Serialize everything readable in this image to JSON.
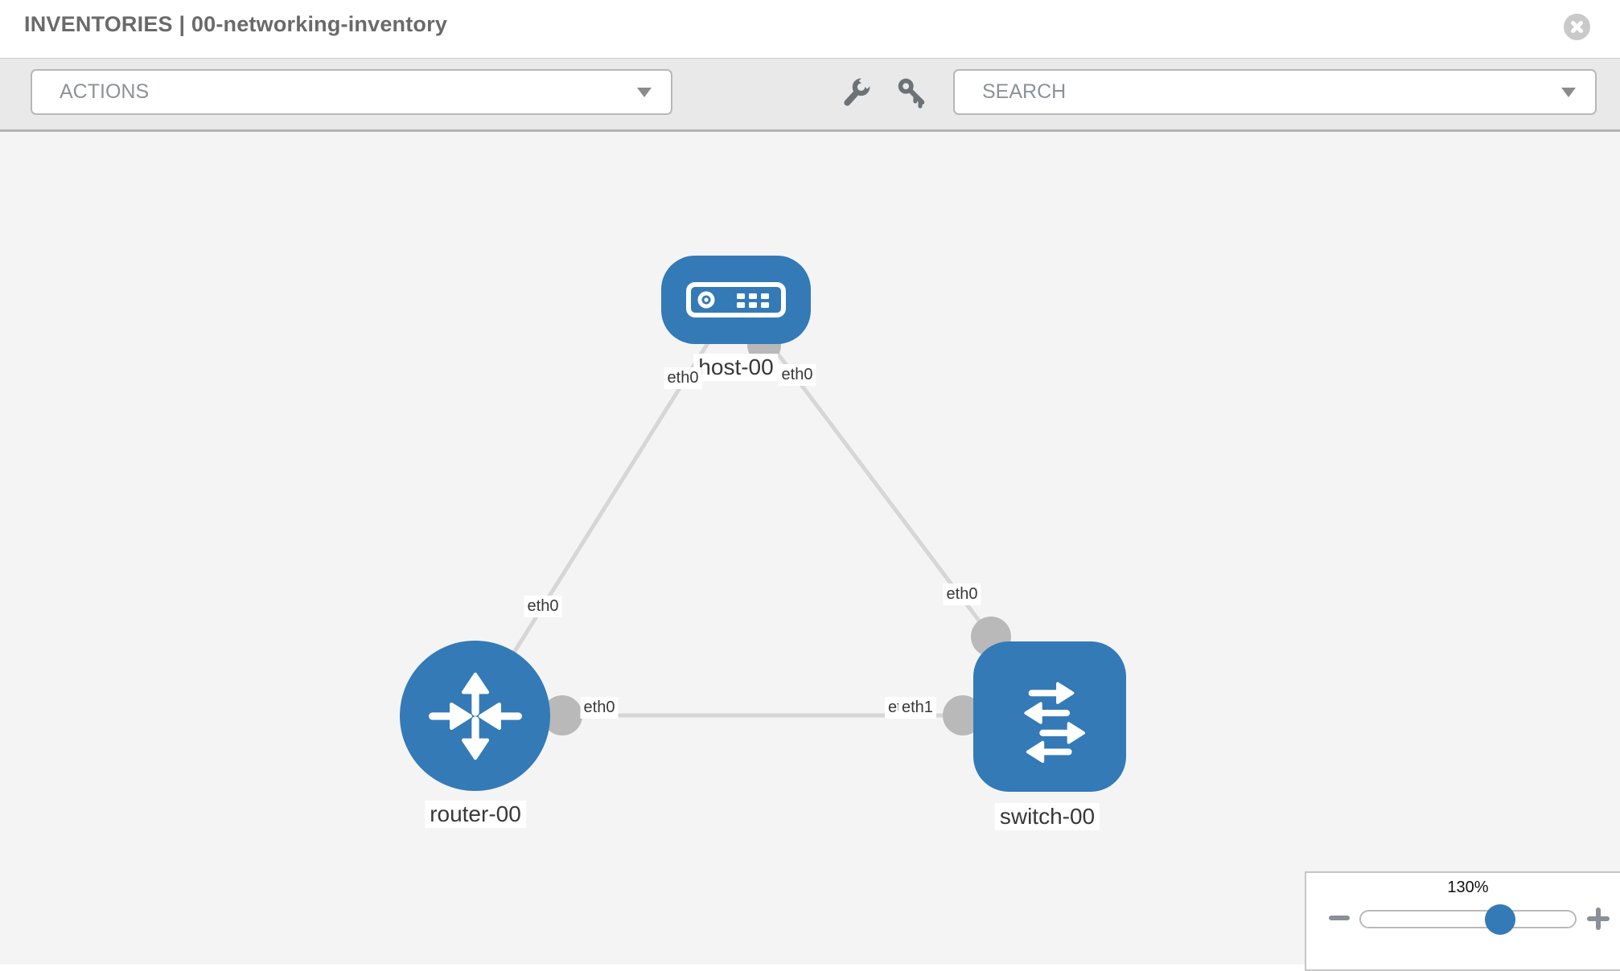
{
  "header": {
    "title": "INVENTORIES | 00-networking-inventory"
  },
  "toolbar": {
    "actions_placeholder": "ACTIONS",
    "search_placeholder": "SEARCH"
  },
  "topology": {
    "nodes": [
      {
        "name": "host-00",
        "type": "host"
      },
      {
        "name": "router-00",
        "type": "router"
      },
      {
        "name": "switch-00",
        "type": "switch"
      }
    ],
    "links": [
      {
        "source": "host-00",
        "source_interface": "eth0",
        "target": "router-00",
        "target_interface": "eth0"
      },
      {
        "source": "host-00",
        "source_interface": "eth0",
        "target": "switch-00",
        "target_interface": "eth0"
      },
      {
        "source": "router-00",
        "source_interface": "eth0",
        "target": "switch-00",
        "target_interface": "eth0, eth1"
      }
    ]
  },
  "labels": {
    "host": "host-00",
    "router": "router-00",
    "switch": "switch-00",
    "host_if_left": "eth0",
    "host_if_right": "eth0",
    "router_if_top": "eth0",
    "switch_if_top": "eth0",
    "router_if_right": "eth0",
    "switch_if_left_under": "eth0",
    "switch_if_left_over": "eth1"
  },
  "zoom_control": {
    "level": "130%",
    "percent": 65
  },
  "colors": {
    "node_blue": "#337ab7",
    "link_gray": "#d6d6d6",
    "port_gray": "#b9b9b9",
    "canvas_bg": "#f4f4f4",
    "toolbar_bg": "#e9e9e9"
  }
}
